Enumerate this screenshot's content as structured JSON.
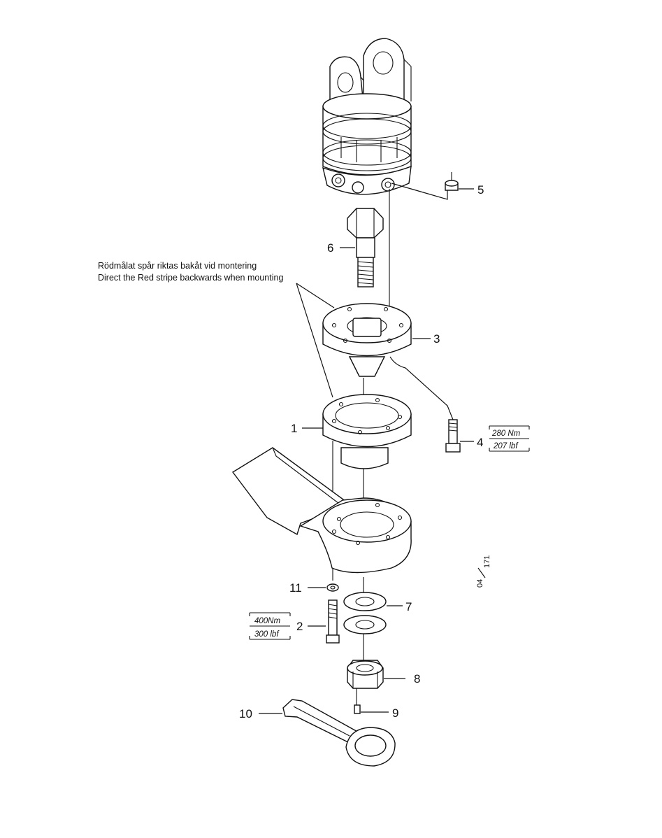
{
  "note": {
    "line1": "Rödmålat spår riktas bakåt vid montering",
    "line2": "Direct the Red stripe backwards when mounting"
  },
  "callouts": {
    "c1": "1",
    "c2": "2",
    "c3": "3",
    "c4": "4",
    "c5": "5",
    "c6": "6",
    "c7": "7",
    "c8": "8",
    "c9": "9",
    "c10": "10",
    "c11": "11"
  },
  "torque": {
    "bolt4": {
      "nm": "280 Nm",
      "lbf": "207 lbf"
    },
    "bolt2": {
      "nm": "400Nm",
      "lbf": "300 lbf"
    }
  },
  "drawing_ref": {
    "top": "04",
    "bottom": "171"
  }
}
